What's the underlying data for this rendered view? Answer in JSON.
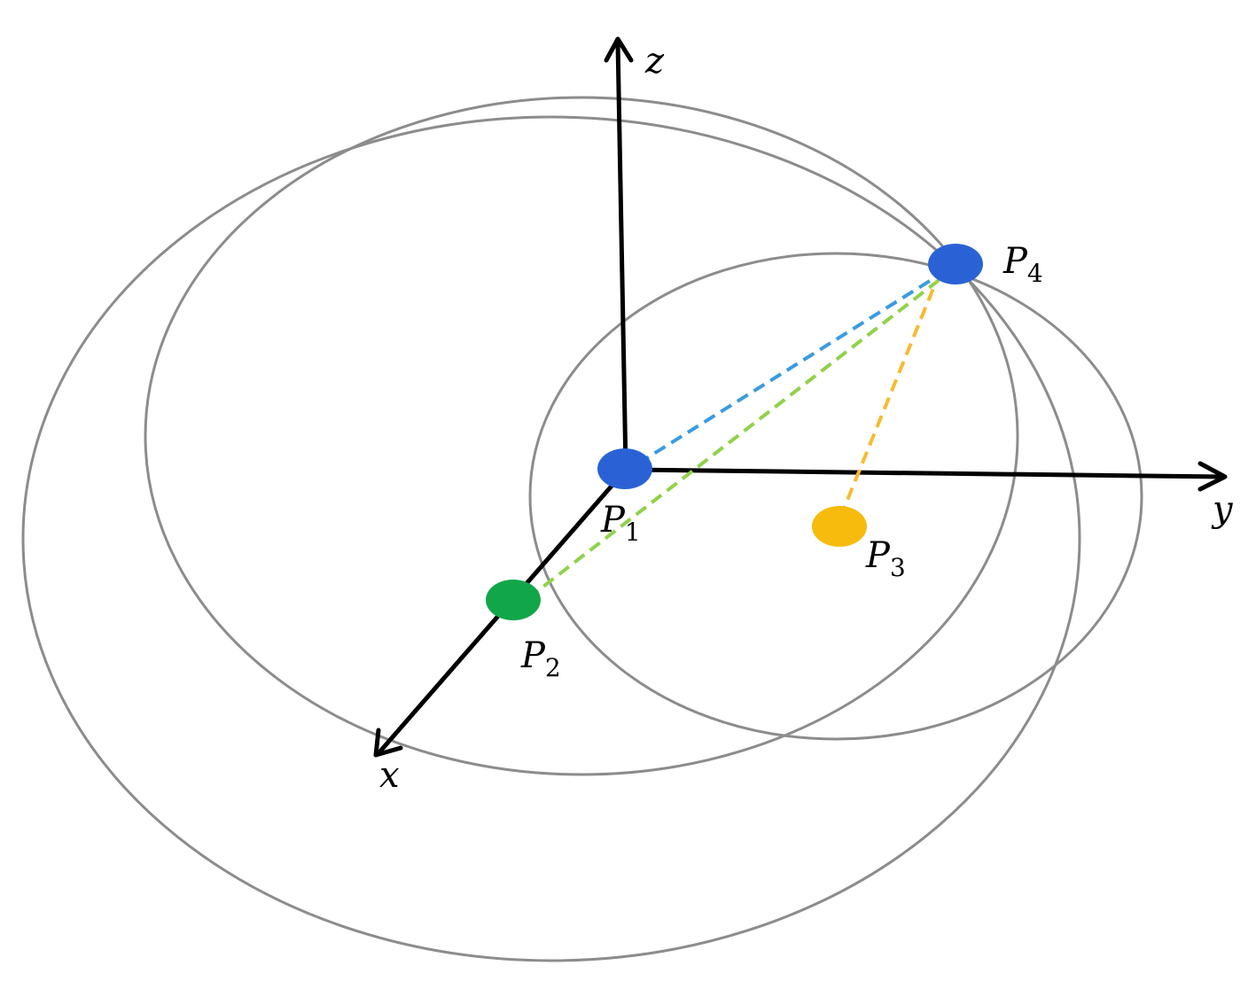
{
  "axes": {
    "z_label": "z",
    "y_label": "y",
    "x_label": "x"
  },
  "points": {
    "p1": {
      "letter": "P",
      "sub": "1",
      "color": "#2a62d6"
    },
    "p2": {
      "letter": "P",
      "sub": "2",
      "color": "#12a64a"
    },
    "p3": {
      "letter": "P",
      "sub": "3",
      "color": "#f6bb0d"
    },
    "p4": {
      "letter": "P",
      "sub": "4",
      "color": "#2a62d6"
    }
  },
  "colors": {
    "circle": "#8c8c8c",
    "axis": "#000000",
    "dash_p1_p4": "#3a9be0",
    "dash_p2_p4": "#8fd24a",
    "dash_p3_p4": "#f6bb30"
  }
}
